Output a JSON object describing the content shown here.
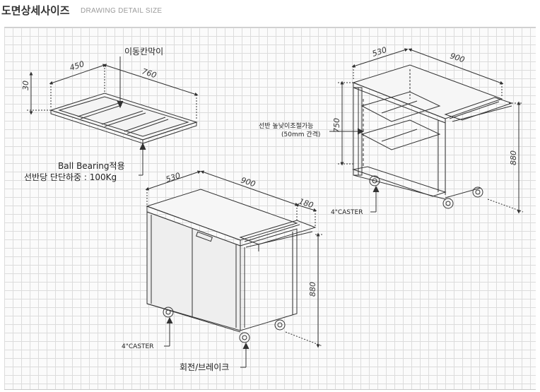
{
  "header": {
    "title": "도면상세사이즈",
    "subtitle": "DRAWING DETAIL SIZE"
  },
  "shelf_frame": {
    "label_top": "이동칸막이",
    "dim_height": "30",
    "dim_depth": "450",
    "dim_width": "760",
    "note_line1": "Ball Bearing적용",
    "note_line2": "선반당 단단하중 : 100Kg"
  },
  "open_cart": {
    "dim_depth": "530",
    "dim_width": "900",
    "dim_shelf_pitch": "750",
    "dim_height": "880",
    "note_line1": "선반 높낮이조절가능",
    "note_line2": "(50mm 간격)",
    "caster_label": "4\"CASTER"
  },
  "closed_cart": {
    "dim_depth": "530",
    "dim_width": "900",
    "dim_handle": "180",
    "dim_height": "880",
    "caster_label": "4\"CASTER",
    "brake_label": "회전/브레이크"
  },
  "colors": {
    "line": "#333333",
    "grid": "#dcdcdc",
    "panel": "#eeeeee"
  }
}
